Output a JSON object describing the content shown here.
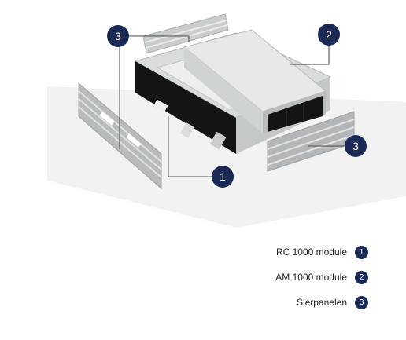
{
  "callouts": [
    {
      "num": "1"
    },
    {
      "num": "2"
    },
    {
      "num": "3"
    }
  ],
  "legend": [
    {
      "label": "RC 1000 module",
      "num": "1"
    },
    {
      "label": "AM 1000 module",
      "num": "2"
    },
    {
      "label": "Sierpanelen",
      "num": "3"
    }
  ],
  "colors": {
    "accent": "#1b2a55",
    "unit_black": "#141414",
    "unit_grey": "#cfd3d4",
    "panel_grey": "#b9bdbf"
  }
}
